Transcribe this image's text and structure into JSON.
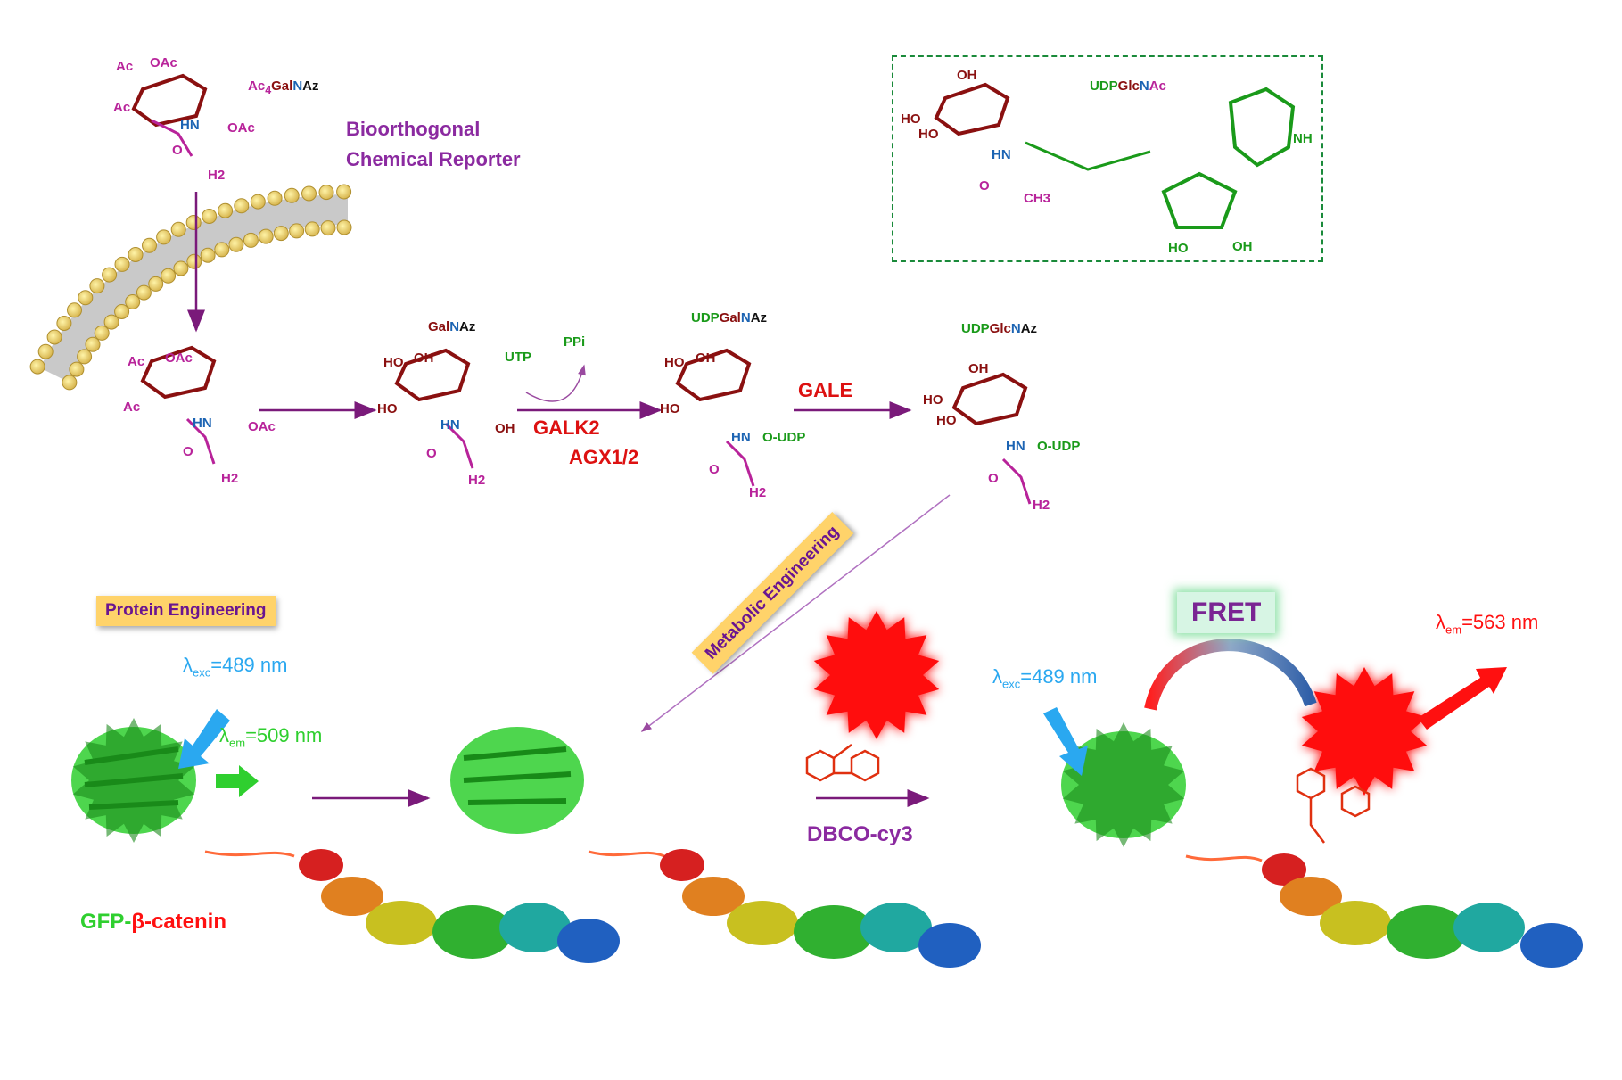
{
  "top": {
    "reporter_name": {
      "ac": "Ac",
      "sub4": "4",
      "gal": "Gal",
      "n": "N",
      "az": "Az"
    },
    "reporter_caption_line1": "Bioorthogonal",
    "reporter_caption_line2": "Chemical Reporter",
    "sugar_labels": {
      "ac": "Ac",
      "oac": "OAc",
      "o": "O",
      "hn": "HN",
      "h2": "H2",
      "ho": "HO",
      "oh": "OH",
      "o_udp": "O-UDP",
      "ch3": "CH3",
      "nh": "NH"
    }
  },
  "pathway": {
    "galnaz": {
      "gal": "Gal",
      "n": "N",
      "az": "Az"
    },
    "udpgalnaz": {
      "udp": "UDP",
      "gal": "Gal",
      "n": "N",
      "az": "Az"
    },
    "udpglcnaz": {
      "udp": "UDP",
      "glc": "Glc",
      "n": "N",
      "az": "Az"
    },
    "cofactor_in": "UTP",
    "cofactor_out": "PPi",
    "enzymes": [
      "GALK2",
      "AGX1/2"
    ],
    "epimerase": "GALE"
  },
  "inset": {
    "title": {
      "udp": "UDP",
      "glc": "Glc",
      "n": "N",
      "ac": "Ac"
    }
  },
  "bottom": {
    "protein_engineering": "Protein Engineering",
    "metabolic_engineering": "Metabolic Engineering",
    "fret": "FRET",
    "excitation_left": "=489 nm",
    "emission_green": "=509 nm",
    "excitation_right": "=489 nm",
    "emission_red": "=563 nm",
    "lambda": "λ",
    "exc_sub": "exc",
    "em_sub": "em",
    "gfp_prefix": "GFP-",
    "gfp_suffix": "β-catenin",
    "reagent": "DBCO-cy3"
  },
  "colors": {
    "purple": "#8b2aa0",
    "green": "#1a9a1a",
    "red": "#dd1111",
    "blue": "#1c64b3",
    "gfp": "#2fcf2f",
    "cy3": "#ff1010",
    "light_blue": "#2aa8f0"
  }
}
